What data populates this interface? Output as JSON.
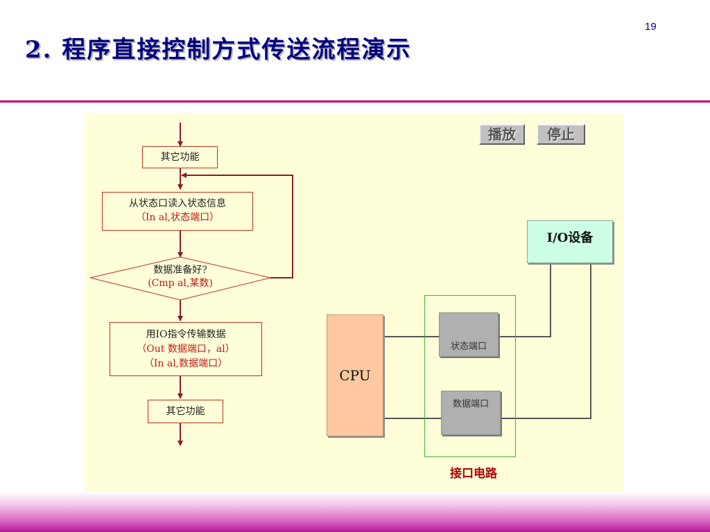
{
  "slide": {
    "page_number": "19",
    "title": "2. 程序直接控制方式传送流程演示"
  },
  "flowchart": {
    "step1": "其它功能",
    "step2_line1": "从状态口读入状态信息",
    "step2_line2": "（In al,状态端口）",
    "decision_line1": "数据准备好?",
    "decision_line2": "(Cmp al,某数)",
    "step3_line1": "用IO指令传输数据",
    "step3_line2": "（Out 数据端口，al）",
    "step3_line3": "（In al,数据端口）",
    "step4": "其它功能"
  },
  "controls": {
    "play_label": "播放",
    "stop_label": "停止"
  },
  "hardware": {
    "io_device_label": "I/O设备",
    "cpu_label": "CPU",
    "status_port_label": "状态端口",
    "data_port_label": "数据端口",
    "interface_circuit_label": "接口电路"
  },
  "colors": {
    "title": "#000080",
    "panel_background": "#fefed8",
    "flow_line": "#8b1a2a",
    "box_border": "#c03020",
    "io_device_fill": "#ccffe5",
    "cpu_fill": "#ffc8a0",
    "port_fill": "#b0b0b0",
    "interface_border": "#40b040",
    "interface_label": "#b00000"
  }
}
